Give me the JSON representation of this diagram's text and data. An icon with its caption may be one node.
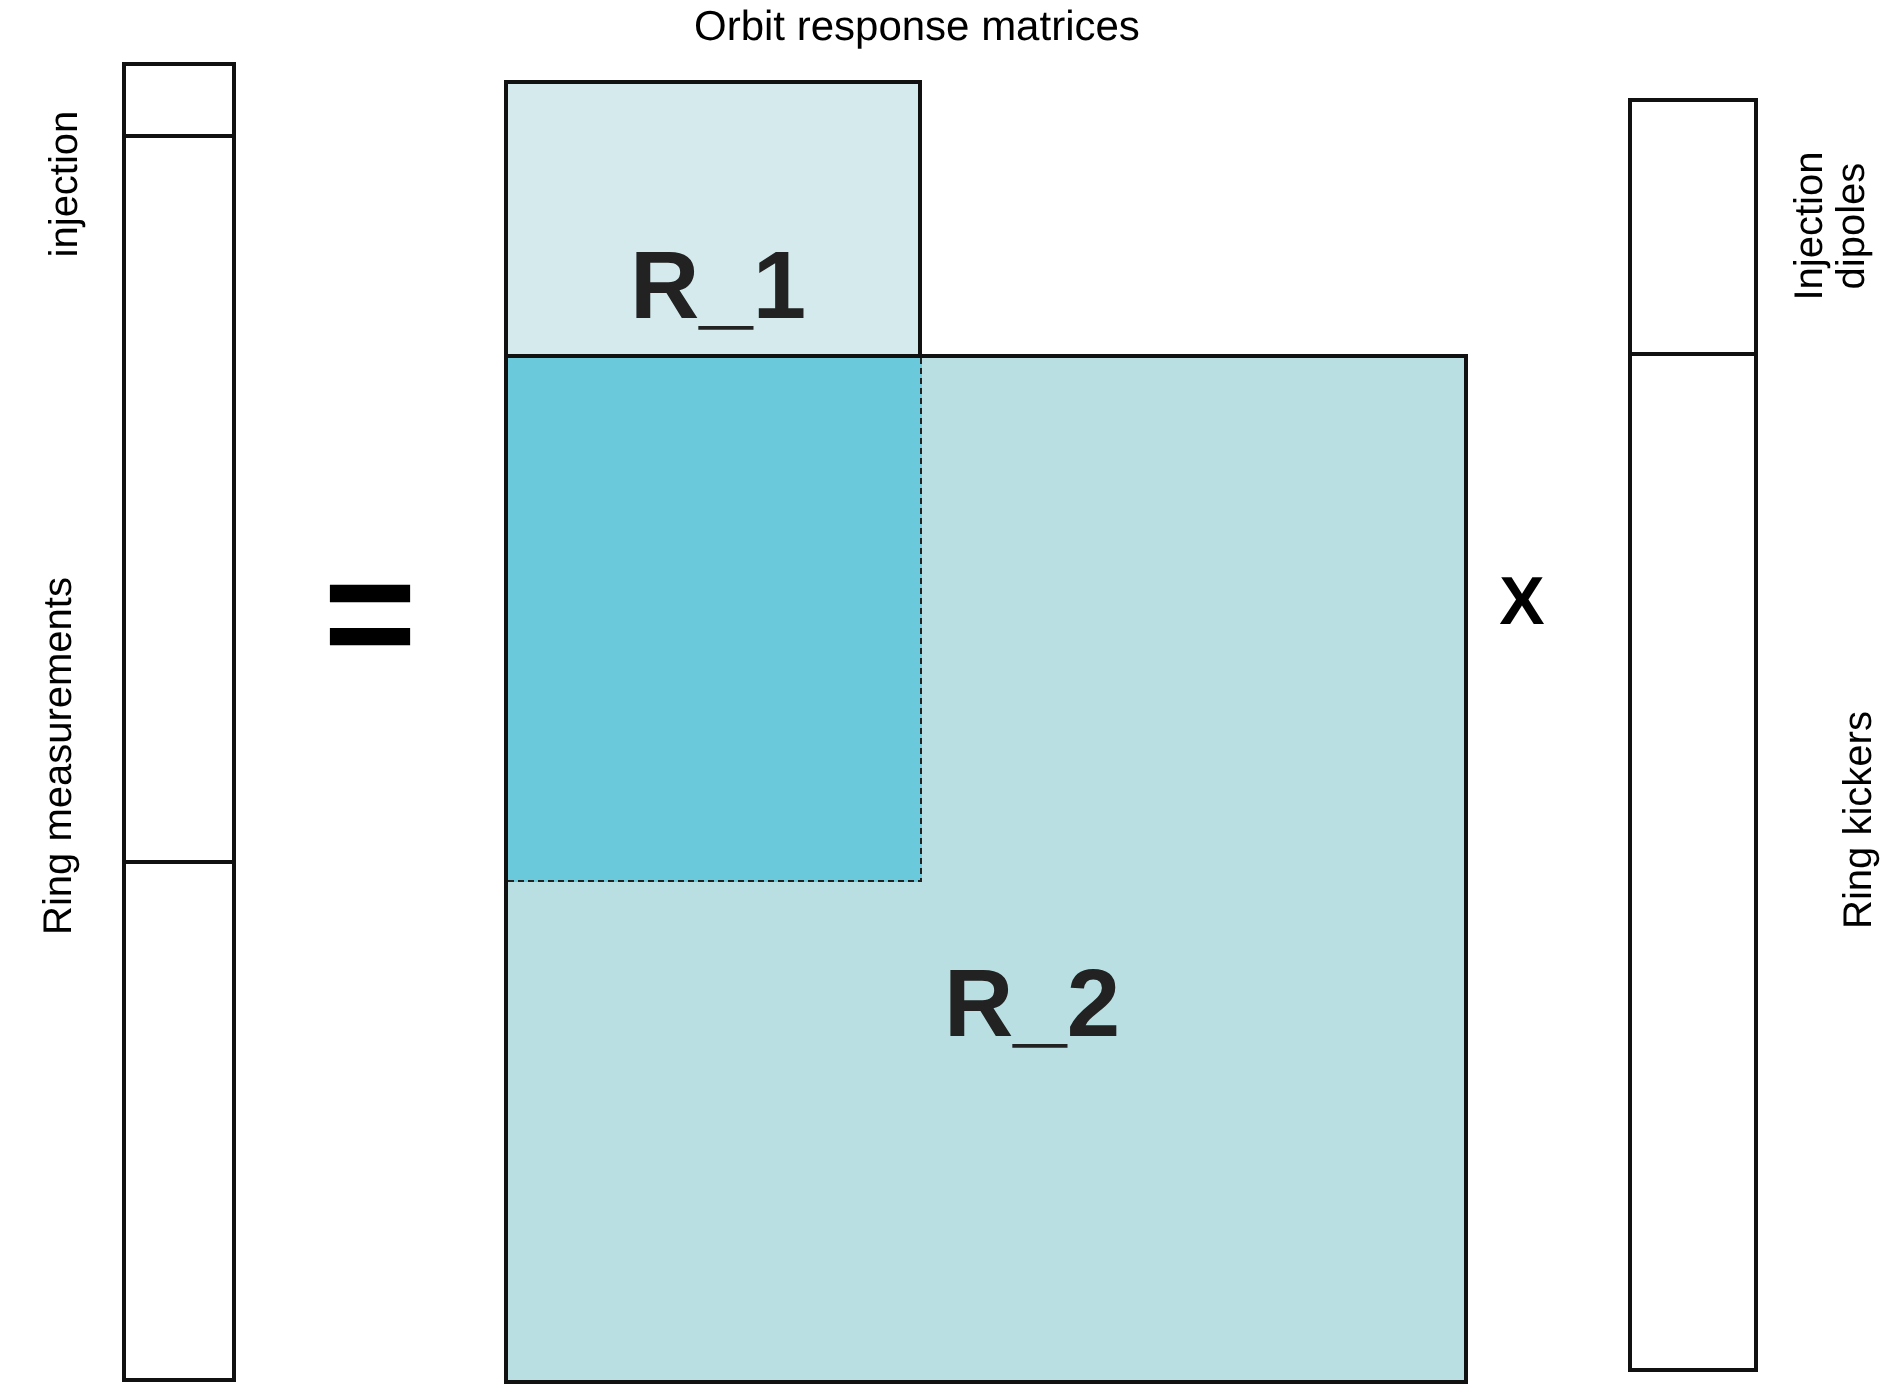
{
  "diagram": {
    "title": "Orbit response matrices",
    "nodes": [
      {
        "text": [
          "R_1"
        ]
      },
      {
        "text": [
          "R_2"
        ]
      }
    ],
    "labels": [
      "injection",
      "Ring measurements",
      "=",
      "X",
      "Injection dipoles",
      "Ring kickers"
    ]
  }
}
